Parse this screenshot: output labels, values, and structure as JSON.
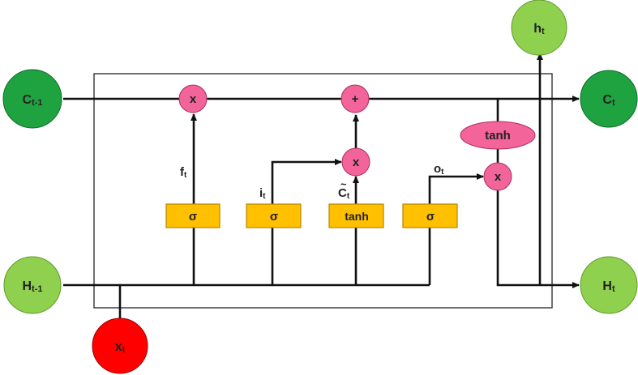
{
  "nodes": {
    "c_prev": {
      "label": "C",
      "sub": "t-1"
    },
    "c_next": {
      "label": "C",
      "sub": "t"
    },
    "h_prev": {
      "label": "H",
      "sub": "t-1"
    },
    "h_next": {
      "label": "H",
      "sub": "t"
    },
    "h_out": {
      "label": "h",
      "sub": "t"
    },
    "x_in": {
      "label": "x",
      "sub": "t"
    }
  },
  "operators": {
    "forget_mult": "x",
    "cell_add": "+",
    "input_mult": "x",
    "output_mult": "x",
    "cell_tanh": "tanh"
  },
  "gates": {
    "forget": "σ",
    "input": "σ",
    "candidate": "tanh",
    "output": "σ"
  },
  "labels": {
    "f": {
      "main": "f",
      "sub": "t"
    },
    "i": {
      "main": "i",
      "sub": "t"
    },
    "c": {
      "main": "C",
      "sub": "t",
      "accent": "~"
    },
    "o": {
      "main": "o",
      "sub": "t"
    }
  },
  "colors": {
    "cell_state_node": "#1fa341",
    "hidden_node": "#8fd14f",
    "input_node": "#ff0000",
    "operator": "#f2649a",
    "gate": "#ffc000",
    "gate_border": "#b38600",
    "line": "#111111"
  }
}
